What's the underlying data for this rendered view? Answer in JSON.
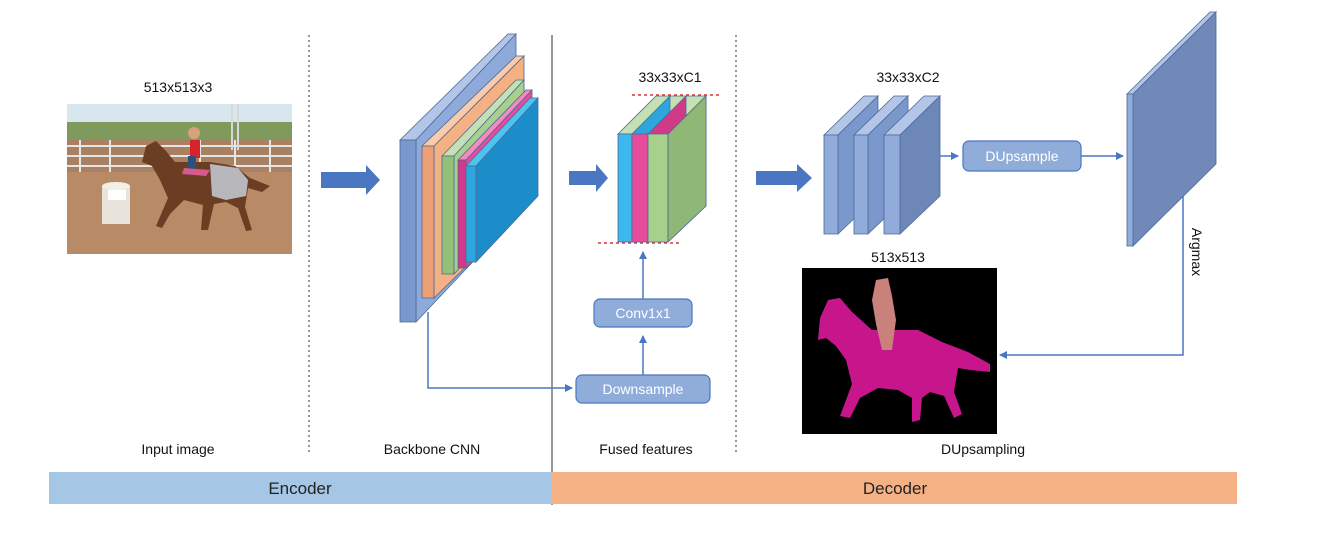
{
  "dimensions": {
    "input": "513x513x3",
    "fused": "33x33xC1",
    "dup": "33x33xC2",
    "output": "513x513"
  },
  "boxes": {
    "conv": "Conv1x1",
    "downsample": "Downsample",
    "dupsample": "DUpsample"
  },
  "side_label": "Argmax",
  "stages": [
    "Input image",
    "Backbone CNN",
    "Fused features",
    "DUpsampling"
  ],
  "bands": {
    "encoder": "Encoder",
    "decoder": "Decoder"
  },
  "colors": {
    "encoder_band": "#a5c6e4",
    "decoder_band": "#f3b184",
    "arrow": "#4a76c2",
    "box_fill": "#8fadd8",
    "box_border": "#4a76c2",
    "layer_blue": "#91acdb",
    "layer_orange": "#f3b184",
    "layer_green": "#a8d08d",
    "layer_pink": "#e64c9c",
    "layer_cyan": "#3db8ec",
    "dashed_red": "#e0323c",
    "segmentation": "#c7158c",
    "rider": "#c9817b"
  }
}
